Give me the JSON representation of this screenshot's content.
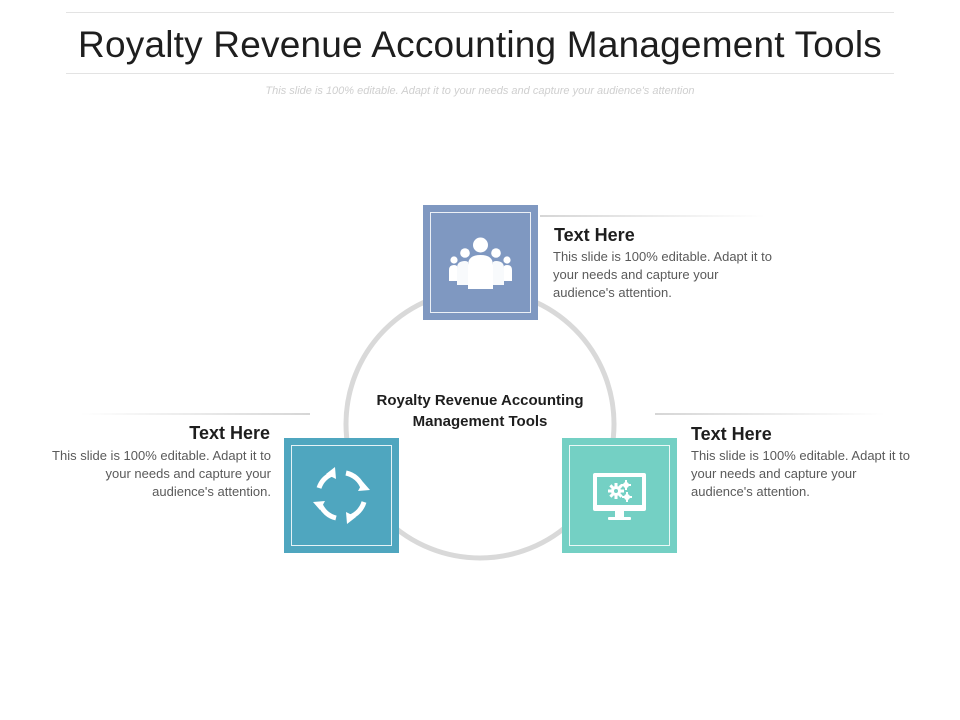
{
  "title": "Royalty Revenue Accounting Management Tools",
  "subtitle": "This slide is 100% editable. Adapt it to your needs and capture your audience's attention",
  "center_label": "Royalty Revenue Accounting Management Tools",
  "colors": {
    "ring": "#d9d9d9",
    "top_box": "#7f98c1",
    "left_box": "#4fa6bf",
    "right_box": "#74d0c4"
  },
  "items": [
    {
      "icon": "people-icon",
      "heading": "Text Here",
      "text": "This slide is 100% editable. Adapt it to your needs and capture your audience's attention."
    },
    {
      "icon": "refresh-cycle-icon",
      "heading": "Text Here",
      "text": "This slide is 100% editable. Adapt it to your needs and capture your audience's attention."
    },
    {
      "icon": "monitor-gears-icon",
      "heading": "Text Here",
      "text": "This slide is 100% editable. Adapt it to your needs and capture your audience's attention."
    }
  ]
}
